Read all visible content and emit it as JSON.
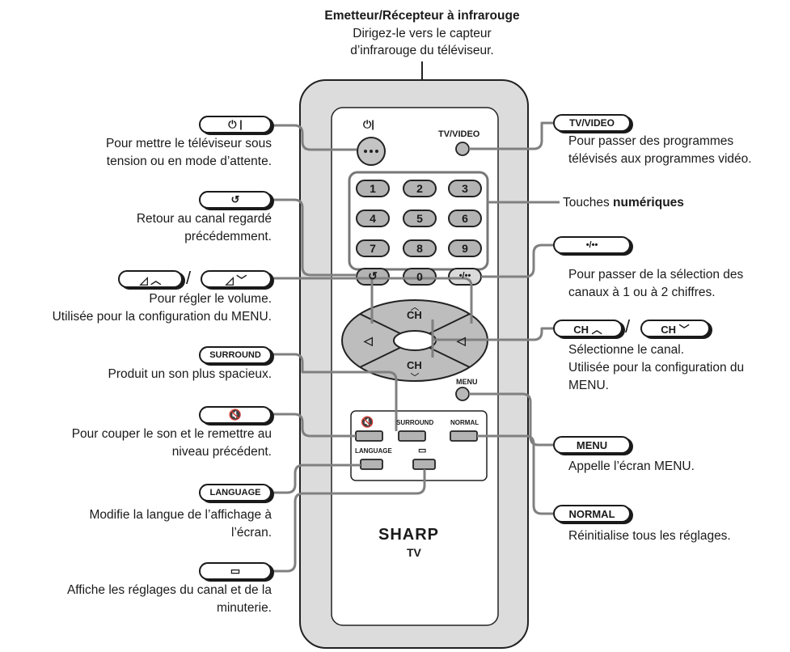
{
  "top": {
    "title": "Emetteur/Récepteur à infrarouge",
    "desc_line1": "Dirigez-le vers le capteur",
    "desc_line2": "d’infrarouge du téléviseur."
  },
  "remote": {
    "power_label": "⏻|",
    "tvvideo_label": "TV/VIDEO",
    "keys": [
      "1",
      "2",
      "3",
      "4",
      "5",
      "6",
      "7",
      "8",
      "9",
      "0"
    ],
    "flashback_symbol": "↺",
    "digit_symbol": "•/••",
    "ch_label": "CH",
    "menu_label": "MENU",
    "mute_symbol": "🔇",
    "surround_label": "SURROUND",
    "normal_label": "NORMAL",
    "language_label": "LANGUAGE",
    "display_symbol": "▭",
    "brand": "SHARP",
    "tv": "TV"
  },
  "left": {
    "power": {
      "button": "⏻ |",
      "line1": "Pour mettre le téléviseur sous",
      "line2": "tension ou en mode d’attente."
    },
    "flashback": {
      "button": "↺",
      "line1": "Retour au canal regardé",
      "line2": "précédemment."
    },
    "volume": {
      "button_up": "◿ ︿",
      "sep": "/",
      "button_down": "◿ ﹀",
      "line1": "Pour régler le volume.",
      "line2": "Utilisée pour la configuration du MENU."
    },
    "surround": {
      "button": "SURROUND",
      "line1": "Produit un son plus spacieux."
    },
    "mute": {
      "button": "🔇",
      "line1": "Pour couper le son et le remettre au",
      "line2": "niveau précédent."
    },
    "language": {
      "button": "LANGUAGE",
      "line1": "Modifie la langue de l’affichage à",
      "line2": "l’écran."
    },
    "display": {
      "button": "▭",
      "line1": "Affiche les réglages du canal et de la",
      "line2": "minuterie."
    }
  },
  "right": {
    "tvvideo": {
      "button": "TV/VIDEO",
      "line1": "Pour passer des programmes",
      "line2": "télévisés aux programmes vidéo."
    },
    "numeric": {
      "prefix": "Touches ",
      "bold": "numériques"
    },
    "digit": {
      "button": "•/••",
      "line1": "Pour passer de la sélection des",
      "line2": "canaux à 1 ou à 2 chiffres."
    },
    "channel": {
      "button_up": "CH ︿",
      "sep": "/",
      "button_down": "CH ﹀",
      "line1": "Sélectionne le canal.",
      "line2": "Utilisée pour la configuration du",
      "line3": "MENU."
    },
    "menu": {
      "button": "MENU",
      "line1": "Appelle l’écran MENU."
    },
    "normal": {
      "button": "NORMAL",
      "line1": "Réinitialise tous les réglages."
    }
  }
}
